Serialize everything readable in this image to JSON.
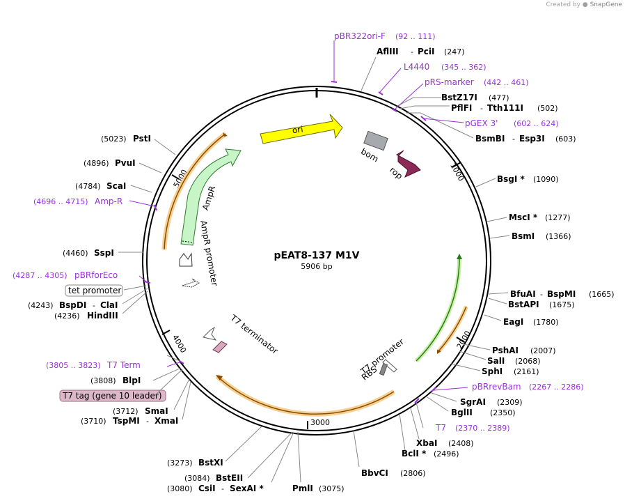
{
  "credit": {
    "prefix": "Created by",
    "brand": "SnapGene"
  },
  "plasmid": {
    "name": "pEAT8-137 M1V",
    "size": "5906 bp"
  },
  "ticks": {
    "t1000": "1000",
    "t2000": "2000",
    "t3000": "3000",
    "t4000": "4000",
    "t5000": "5000"
  },
  "features": {
    "ori": "ori",
    "bom": "bom",
    "rop": "rop",
    "ampr": "AmpR",
    "ampr_promoter": "AmpR promoter",
    "t7_terminator": "T7 terminator",
    "t7_promoter": "T7 promoter",
    "rbs": "RBS",
    "tet_promoter": "tet promoter",
    "t7_tag": "T7 tag (gene 10 leader)"
  },
  "primers": {
    "pbr322": {
      "name": "pBR322ori-F",
      "range": "(92 .. 111)"
    },
    "l4440": {
      "name": "L4440",
      "range": "(345 .. 362)"
    },
    "prs": {
      "name": "pRS-marker",
      "range": "(442 .. 461)"
    },
    "pgex": {
      "name": "pGEX 3'",
      "range": "(602 .. 624)"
    },
    "pbrrev": {
      "name": "pBRrevBam",
      "range": "(2267 .. 2286)"
    },
    "t7": {
      "name": "T7",
      "range": "(2370 .. 2389)"
    },
    "t7term": {
      "name": "T7 Term",
      "range": "(3805 .. 3823)"
    },
    "pbrfor": {
      "name": "pBRforEco",
      "range": "(4287 .. 4305)"
    },
    "ampr": {
      "name": "Amp-R",
      "range": "(4696 .. 4715)"
    }
  },
  "enzymes": {
    "afliii": "AflIII",
    "pcii": "PciI",
    "pos247": "(247)",
    "bstz17i": "BstZ17I",
    "pos477": "(477)",
    "pflfi": "PflFI",
    "tth111i": "Tth111I",
    "pos502": "(502)",
    "bsmbi": "BsmBI",
    "esp3i": "Esp3I",
    "pos603": "(603)",
    "bsgi": "BsgI *",
    "pos1090": "(1090)",
    "msci": "MscI *",
    "pos1277": "(1277)",
    "bsmi": "BsmI",
    "pos1366": "(1366)",
    "bfuai": "BfuAI",
    "bspmi": "BspMI",
    "pos1665": "(1665)",
    "bstapi": "BstAPI",
    "pos1675": "(1675)",
    "eagi": "EagI",
    "pos1780": "(1780)",
    "pshai": "PshAI",
    "pos2007": "(2007)",
    "sali": "SalI",
    "pos2068": "(2068)",
    "sphi": "SphI",
    "pos2161": "(2161)",
    "sgrai": "SgrAI",
    "pos2309": "(2309)",
    "bglii": "BglII",
    "pos2350": "(2350)",
    "xbai": "XbaI",
    "pos2408": "(2408)",
    "bcli": "BclI *",
    "pos2496": "(2496)",
    "bbvci": "BbvCI",
    "pos2806": "(2806)",
    "pmli": "PmlI",
    "pos3075": "(3075)",
    "csii": "CsiI",
    "sexai": "SexAI *",
    "pos3080": "(3080)",
    "bsteii": "BstEII",
    "pos3084": "(3084)",
    "bstxi": "BstXI",
    "pos3273": "(3273)",
    "tspmi": "TspMI",
    "xmai": "XmaI",
    "pos3710": "(3710)",
    "smai": "SmaI",
    "pos3712": "(3712)",
    "blpi": "BlpI",
    "pos3808": "(3808)",
    "hindiii": "HindIII",
    "pos4236": "(4236)",
    "bspdi": "BspDI",
    "clai": "ClaI",
    "pos4243": "(4243)",
    "sspi": "SspI",
    "pos4460": "(4460)",
    "scai": "ScaI",
    "pos4784": "(4784)",
    "pvui": "PvuI",
    "pos4896": "(4896)",
    "psti": "PstI",
    "pos5023": "(5023)"
  },
  "colors": {
    "ori": "#ffff00",
    "bom": "#a6a9ae",
    "rop": "#8b2a57",
    "ampr": "#c8f5c8",
    "primer": "#9b30d9",
    "orange_feature": "#f5d090",
    "t7tag_bg": "#dcb8c8",
    "orf": "#7ad63c"
  }
}
